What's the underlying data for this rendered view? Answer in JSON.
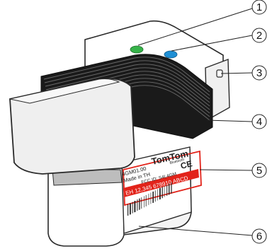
{
  "callouts": [
    "1",
    "2",
    "3",
    "4",
    "5",
    "6"
  ],
  "device": {
    "brand": "TomTom",
    "label_lines": [
      "4GM01.00",
      "Made in TH",
      "FCC ID: S4L4GM"
    ],
    "serial_line": "EH 12,345 678910 ABCD",
    "bluetooth_mark": "Bluetooth",
    "ce_mark": "CE"
  },
  "colors": {
    "led_green": "#37b34a",
    "led_blue": "#1f8fd4",
    "serial_band": "#e2231a",
    "highlight_box": "#e2231a",
    "outline": "#2a2a2a"
  }
}
